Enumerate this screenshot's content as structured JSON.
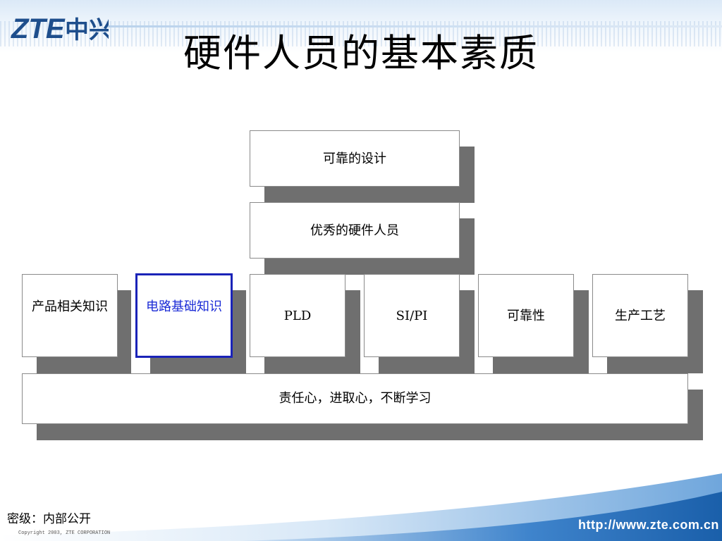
{
  "header": {
    "logo_text": "ZTE中兴",
    "title": "硬件人员的基本素质"
  },
  "diagram": {
    "top_box": "可靠的设计",
    "middle_box": "优秀的硬件人员",
    "pillars": [
      "产品相关知识",
      "电路基础知识",
      "PLD",
      "SI/PI",
      "可靠性",
      "生产工艺"
    ],
    "base_box": "责任心，进取心，不断学习",
    "highlight_color": "#1b2bd6",
    "shadow_color": "#6f6f6f"
  },
  "footer": {
    "classification": "密级：内部公开",
    "copyright": "Copyright 2003, ZTE CORPORATION",
    "url": "http://www.zte.com.cn"
  }
}
